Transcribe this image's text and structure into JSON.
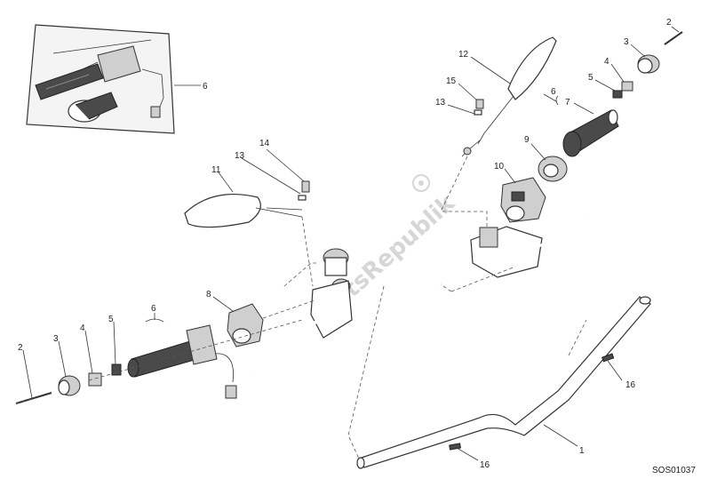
{
  "diagram": {
    "code": "SOS01037",
    "watermark": "PartsRepublik",
    "callouts": [
      {
        "id": "c-2-right",
        "text": "2"
      },
      {
        "id": "c-3-right",
        "text": "3"
      },
      {
        "id": "c-4-right",
        "text": "4"
      },
      {
        "id": "c-5-right",
        "text": "5"
      },
      {
        "id": "c-6-right",
        "text": "6"
      },
      {
        "id": "c-7-right",
        "text": "7"
      },
      {
        "id": "c-9",
        "text": "9"
      },
      {
        "id": "c-10",
        "text": "10"
      },
      {
        "id": "c-12",
        "text": "12"
      },
      {
        "id": "c-15",
        "text": "15"
      },
      {
        "id": "c-13-right",
        "text": "13"
      },
      {
        "id": "c-14",
        "text": "14"
      },
      {
        "id": "c-13-left",
        "text": "13"
      },
      {
        "id": "c-11",
        "text": "11"
      },
      {
        "id": "c-6-inset",
        "text": "6"
      },
      {
        "id": "c-8",
        "text": "8"
      },
      {
        "id": "c-6-left",
        "text": "6"
      },
      {
        "id": "c-5-left",
        "text": "5"
      },
      {
        "id": "c-4-left",
        "text": "4"
      },
      {
        "id": "c-3-left",
        "text": "3"
      },
      {
        "id": "c-2-left",
        "text": "2"
      },
      {
        "id": "c-16-right",
        "text": "16"
      },
      {
        "id": "c-1",
        "text": "1"
      },
      {
        "id": "c-16-bottom",
        "text": "16"
      }
    ]
  }
}
